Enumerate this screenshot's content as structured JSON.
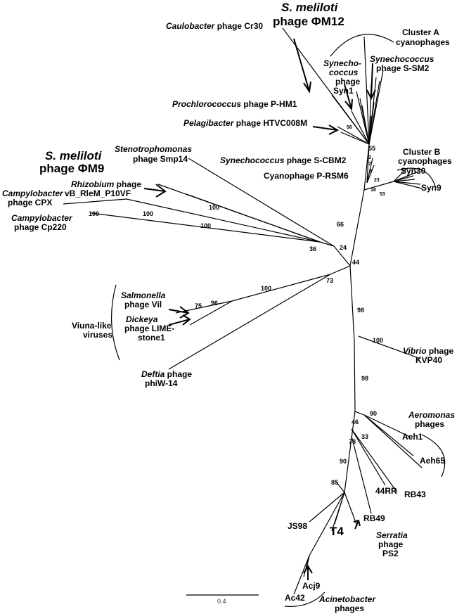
{
  "labels": {
    "sm12_genus": "S. meliloti",
    "sm12_phage": "phage ΦM12",
    "cr30_genus": "Caulobacter",
    "cr30_rest": " phage Cr30",
    "clusterA_l1": "Cluster A",
    "clusterA_l2": "cyanophages",
    "syn_genus": "Synechococcus",
    "ssm2_rest": "phage S-SM2",
    "syn1_l1": "Synecho-",
    "syn1_l2": "coccus",
    "syn1_l3": "phage",
    "syn1_l4": "Syn1",
    "phm1_genus": "Prochlorococcus",
    "phm1_rest": " phage P-HM1",
    "htvc_genus": "Pelagibacter",
    "htvc_rest": " phage HTVC008M",
    "sm9_genus": "S. meliloti",
    "sm9_phage": "phage ΦM9",
    "smp14_genus": "Stenotrophomonas",
    "smp14_rest": "phage Smp14",
    "scbm2_genus": "Synechococcus",
    "scbm2_rest": " phage S-CBM2",
    "prsm6": "Cyanophage P-RSM6",
    "clusterB_l1": "Cluster B",
    "clusterB_l2": "cyanophages",
    "syn30": "Syn30",
    "syn9": "Syn9",
    "rhizo_genus": "Rhizobium",
    "rhizo_rest": " phage",
    "rhizo_l2": "vB_RleM_P10VF",
    "campy_genus": "Campylobacter",
    "cpx_rest": "phage CPX",
    "cp220_rest": "phage Cp220",
    "salm_genus": "Salmonella",
    "vil_rest": "phage Vil",
    "viuna_l1": "Viuna-like",
    "viuna_l2": "viruses",
    "dick_genus": "Dickeya",
    "lime_l1": "phage LIME-",
    "lime_l2": "stone1",
    "deftia_genus": "Deftia",
    "deftia_rest": " phage",
    "deftia_l2": "phiW-14",
    "vibrio_genus": "Vibrio",
    "vibrio_rest": " phage",
    "vibrio_l2": "KVP40",
    "aero_genus": "Aeromonas",
    "aero_l2": "phages",
    "aeh1": "Aeh1",
    "aeh65": "Aeh65",
    "rr44": "44RR",
    "rb43": "RB43",
    "rb49": "RB49",
    "js98": "JS98",
    "t4": "T4",
    "serratia_genus": "Serratia",
    "serratia_l2": "phage",
    "serratia_l3": "PS2",
    "acj9": "Acj9",
    "ac42": "Ac42",
    "acineto_genus": "Acinetobacter",
    "acineto_l2": "phages"
  },
  "bootstrap": {
    "b55": "55",
    "b3": "3",
    "b7": "7",
    "b9": "9",
    "b56": "56",
    "b23": "23",
    "b18": "18",
    "b53": "53",
    "b100_cpx": "100",
    "b100_mid": "100",
    "b100_cp220": "100",
    "b100_smp": "100",
    "b36": "36",
    "b24": "24",
    "b66": "66",
    "b44": "44",
    "b100_viuna": "100",
    "b73": "73",
    "b96": "96",
    "b75": "75",
    "b98a": "98",
    "b100_vibrio": "100",
    "b98b": "98",
    "b90a": "90",
    "b46": "46",
    "b33": "33",
    "b78": "78",
    "b90b": "90",
    "b85": "85"
  },
  "scalebar": {
    "label": "0.4"
  }
}
